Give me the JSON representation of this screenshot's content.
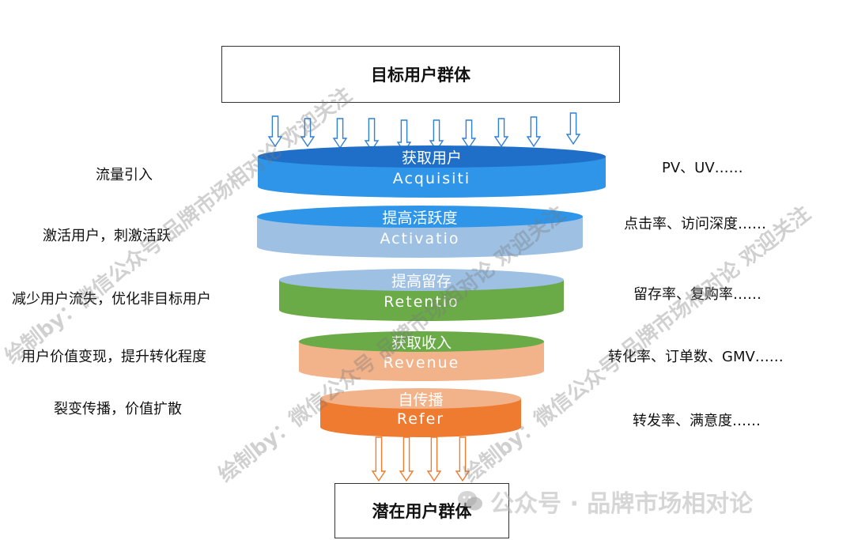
{
  "top_box": "目标用户群体",
  "bottom_box": "潜在用户群体",
  "stages": [
    {
      "cn": "获取用户",
      "en": "Acquisiti",
      "left_note": "流量引入",
      "right_note": "PV、UV……",
      "top_color": "#1f6fc8",
      "body_color": "#2e95e8"
    },
    {
      "cn": "提高活跃度",
      "en": "Activatio",
      "left_note": "激活用户，刺激活跃",
      "right_note": "点击率、访问深度……",
      "top_color": "#2e95e8",
      "body_color": "#9dc0e3"
    },
    {
      "cn": "提高留存",
      "en": "Retentio",
      "left_note": "减少用户流失，优化非目标用户",
      "right_note": "留存率、复购率……",
      "top_color": "#9dc0e3",
      "body_color": "#6aab47"
    },
    {
      "cn": "获取收入",
      "en": "Revenue",
      "left_note": "用户价值变现，提升转化程度",
      "right_note": "转化率、订单数、GMV……",
      "top_color": "#6aab47",
      "body_color": "#f2b28a"
    },
    {
      "cn": "自传播",
      "en": "Refer",
      "left_note": "裂变传播，价值扩散",
      "right_note": "转发率、满意度……",
      "top_color": "#f2b28a",
      "body_color": "#ee7b2f"
    }
  ],
  "watermarks": [
    "绘制by：微信公众号 品牌市场相对论 欢迎关注",
    "绘制by：微信公众号 品牌市场相对论 欢迎关注",
    "绘制by：微信公众号 品牌市场相对论 欢迎关注"
  ],
  "brand_watermark": "公众号 · 品牌市场相对论",
  "icons": {
    "arrow": "down-arrow-icon",
    "brand": "wechat-icon"
  }
}
